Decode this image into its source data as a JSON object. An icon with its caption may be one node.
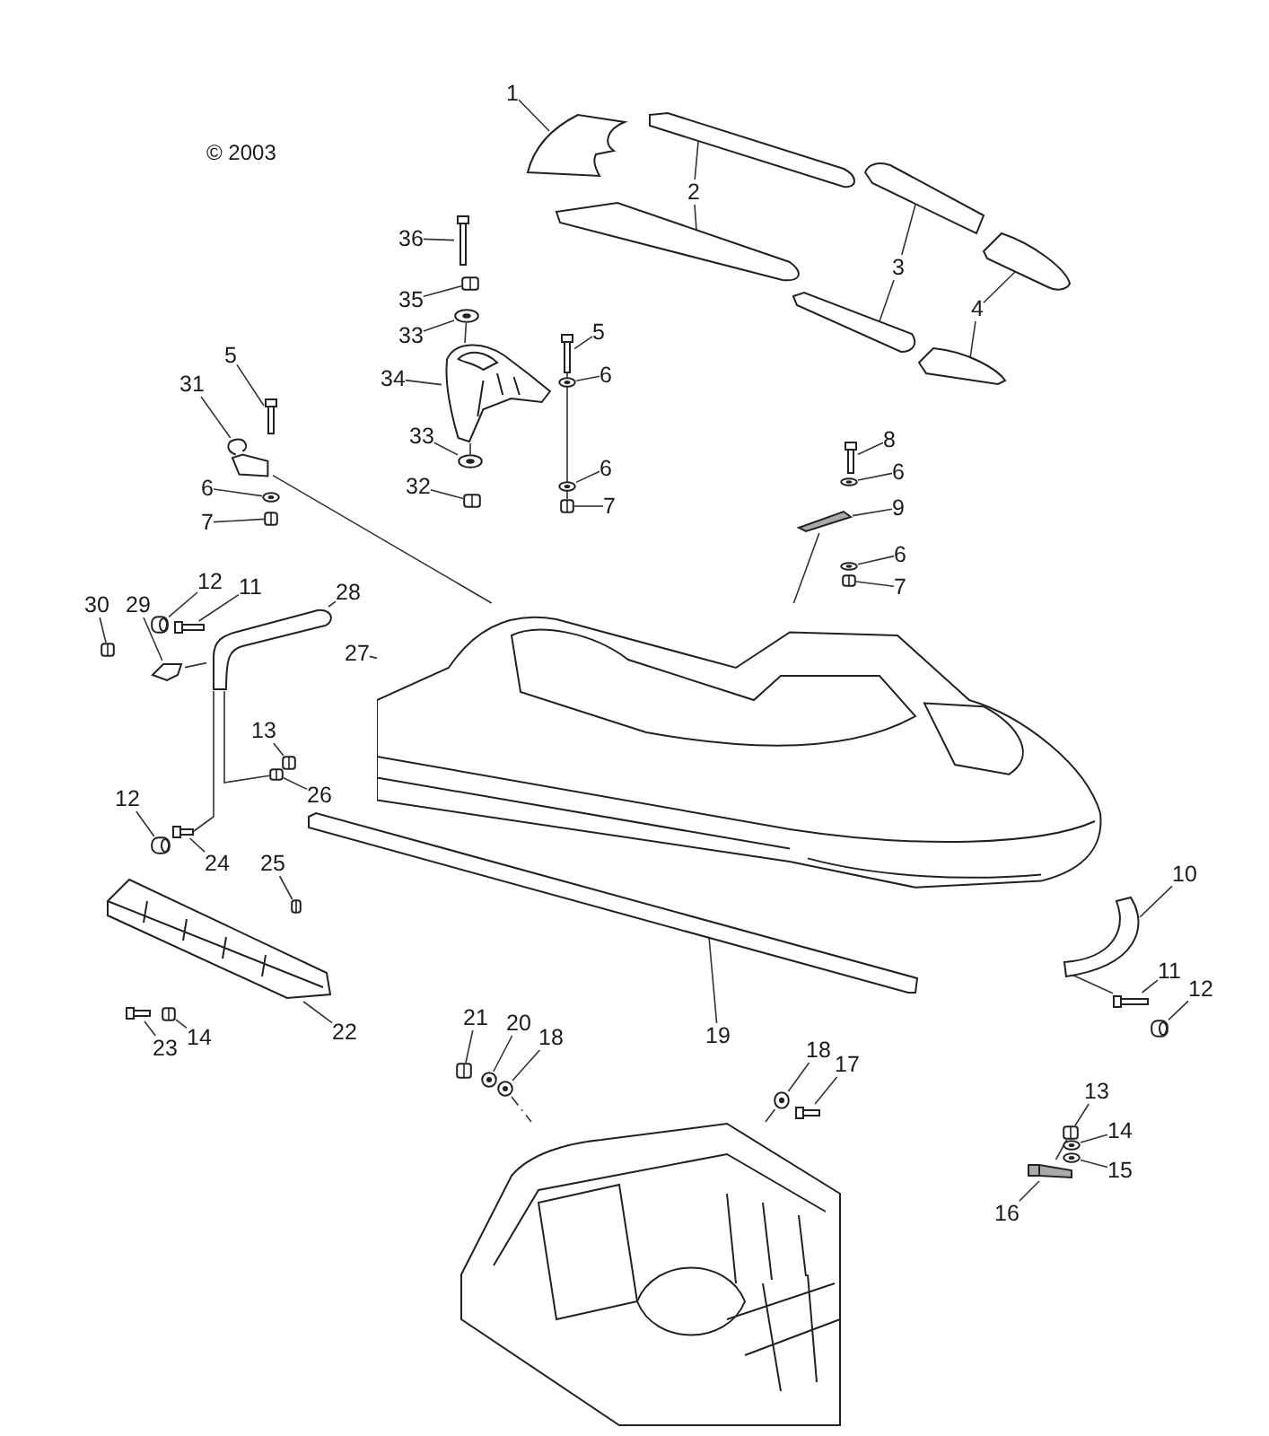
{
  "diagram": {
    "nodes": [
      {
        "text": [
          "1"
        ]
      },
      {
        "text": [],
        "shape": "picture"
      },
      {
        "text": [
          "2"
        ]
      },
      {
        "text": [],
        "shape": "picture"
      },
      {
        "text": [],
        "shape": "picture"
      },
      {
        "text": [
          "3"
        ]
      },
      {
        "text": [],
        "shape": "picture"
      },
      {
        "text": [],
        "shape": "picture"
      },
      {
        "text": [
          "4"
        ]
      },
      {
        "text": [],
        "shape": "picture"
      },
      {
        "text": [],
        "shape": "picture"
      },
      {
        "text": [
          "36"
        ]
      },
      {
        "text": [],
        "shape": "picture"
      },
      {
        "text": [
          "35"
        ]
      },
      {
        "text": [],
        "shape": "picture"
      },
      {
        "text": [
          "33"
        ]
      },
      {
        "text": [],
        "shape": "picture"
      },
      {
        "text": [
          "34"
        ]
      },
      {
        "text": [],
        "shape": "picture"
      },
      {
        "text": [
          "33"
        ]
      },
      {
        "text": [],
        "shape": "picture"
      },
      {
        "text": [
          "32"
        ]
      },
      {
        "text": [],
        "shape": "picture"
      },
      {
        "text": [
          "5"
        ]
      },
      {
        "text": [],
        "shape": "picture"
      },
      {
        "text": [
          "6"
        ]
      },
      {
        "text": [],
        "shape": "picture"
      },
      {
        "text": [
          "6"
        ]
      },
      {
        "text": [],
        "shape": "picture"
      },
      {
        "text": [
          "7"
        ]
      },
      {
        "text": [],
        "shape": "picture"
      },
      {
        "text": [
          "5"
        ]
      },
      {
        "text": [],
        "shape": "picture"
      },
      {
        "text": [
          "31"
        ]
      },
      {
        "text": [],
        "shape": "picture"
      },
      {
        "text": [
          "6"
        ]
      },
      {
        "text": [],
        "shape": "picture"
      },
      {
        "text": [
          "7"
        ]
      },
      {
        "text": [],
        "shape": "picture"
      },
      {
        "text": [
          "8"
        ]
      },
      {
        "text": [],
        "shape": "picture"
      },
      {
        "text": [
          "6"
        ]
      },
      {
        "text": [],
        "shape": "picture"
      },
      {
        "text": [
          "9"
        ]
      },
      {
        "text": [],
        "shape": "picture"
      },
      {
        "text": [
          "6"
        ]
      },
      {
        "text": [],
        "shape": "picture"
      },
      {
        "text": [
          "7"
        ]
      },
      {
        "text": [],
        "shape": "picture"
      },
      {
        "text": [],
        "shape": "picture"
      },
      {
        "text": [
          "30"
        ]
      },
      {
        "text": [],
        "shape": "picture"
      },
      {
        "text": [
          "29"
        ]
      },
      {
        "text": [],
        "shape": "picture"
      },
      {
        "text": [
          "12"
        ]
      },
      {
        "text": [],
        "shape": "picture"
      },
      {
        "text": [
          "11"
        ]
      },
      {
        "text": [],
        "shape": "picture"
      },
      {
        "text": [
          "28"
        ]
      },
      {
        "text": [],
        "shape": "picture"
      },
      {
        "text": [
          "27"
        ]
      },
      {
        "text": [
          "13"
        ]
      },
      {
        "text": [],
        "shape": "picture"
      },
      {
        "text": [
          "26"
        ]
      },
      {
        "text": [],
        "shape": "picture"
      },
      {
        "text": [
          "12"
        ]
      },
      {
        "text": [],
        "shape": "picture"
      },
      {
        "text": [
          "24"
        ]
      },
      {
        "text": [],
        "shape": "picture"
      },
      {
        "text": [
          "25"
        ]
      },
      {
        "text": [],
        "shape": "picture"
      },
      {
        "text": [
          "22"
        ]
      },
      {
        "text": [],
        "shape": "picture"
      },
      {
        "text": [
          "23"
        ]
      },
      {
        "text": [],
        "shape": "picture"
      },
      {
        "text": [
          "14"
        ]
      },
      {
        "text": [],
        "shape": "picture"
      },
      {
        "text": [
          "19"
        ]
      },
      {
        "text": [],
        "shape": "picture"
      },
      {
        "text": [
          "10"
        ]
      },
      {
        "text": [],
        "shape": "picture"
      },
      {
        "text": [
          "11"
        ]
      },
      {
        "text": [],
        "shape": "picture"
      },
      {
        "text": [
          "12"
        ]
      },
      {
        "text": [],
        "shape": "picture"
      },
      {
        "text": [
          "21"
        ]
      },
      {
        "text": [],
        "shape": "picture"
      },
      {
        "text": [
          "20"
        ]
      },
      {
        "text": [],
        "shape": "picture"
      },
      {
        "text": [
          "18"
        ]
      },
      {
        "text": [],
        "shape": "picture"
      },
      {
        "text": [
          "18"
        ]
      },
      {
        "text": [],
        "shape": "picture"
      },
      {
        "text": [
          "17"
        ]
      },
      {
        "text": [],
        "shape": "picture"
      },
      {
        "text": [],
        "shape": "picture"
      },
      {
        "text": [
          "13"
        ]
      },
      {
        "text": [],
        "shape": "picture"
      },
      {
        "text": [
          "14"
        ]
      },
      {
        "text": [],
        "shape": "picture"
      },
      {
        "text": [
          "15"
        ]
      },
      {
        "text": [],
        "shape": "picture"
      },
      {
        "text": [
          "16"
        ]
      },
      {
        "text": [],
        "shape": "picture"
      }
    ],
    "edges": [
      {
        "from": 0,
        "to": 1,
        "arrow": "none"
      },
      {
        "from": 2,
        "to": 3,
        "arrow": "none"
      },
      {
        "from": 2,
        "to": 4,
        "arrow": "none"
      },
      {
        "from": 5,
        "to": 6,
        "arrow": "none"
      },
      {
        "from": 5,
        "to": 7,
        "arrow": "none"
      },
      {
        "from": 8,
        "to": 9,
        "arrow": "none"
      },
      {
        "from": 8,
        "to": 10,
        "arrow": "none"
      },
      {
        "from": 11,
        "to": 12,
        "arrow": "none"
      },
      {
        "from": 13,
        "to": 14,
        "arrow": "none"
      },
      {
        "from": 15,
        "to": 16,
        "arrow": "none"
      },
      {
        "from": 17,
        "to": 18,
        "arrow": "none"
      },
      {
        "from": 19,
        "to": 20,
        "arrow": "none"
      },
      {
        "from": 21,
        "to": 22,
        "arrow": "none"
      },
      {
        "from": 23,
        "to": 24,
        "arrow": "none"
      },
      {
        "from": 25,
        "to": 26,
        "arrow": "none"
      },
      {
        "from": 27,
        "to": 28,
        "arrow": "none"
      },
      {
        "from": 29,
        "to": 30,
        "arrow": "none"
      },
      {
        "from": 31,
        "to": 32,
        "arrow": "none"
      },
      {
        "from": 33,
        "to": 34,
        "arrow": "none"
      },
      {
        "from": 35,
        "to": 36,
        "arrow": "none"
      },
      {
        "from": 37,
        "to": 38,
        "arrow": "none"
      },
      {
        "from": 39,
        "to": 40,
        "arrow": "none"
      },
      {
        "from": 41,
        "to": 42,
        "arrow": "none"
      },
      {
        "from": 43,
        "to": 44,
        "arrow": "none"
      },
      {
        "from": 45,
        "to": 46,
        "arrow": "none"
      },
      {
        "from": 47,
        "to": 48,
        "arrow": "none"
      },
      {
        "from": 50,
        "to": 51,
        "arrow": "none"
      },
      {
        "from": 52,
        "to": 53,
        "arrow": "none"
      },
      {
        "from": 54,
        "to": 55,
        "arrow": "none"
      },
      {
        "from": 56,
        "to": 57,
        "arrow": "none"
      },
      {
        "from": 58,
        "to": 59,
        "arrow": "none"
      },
      {
        "from": 60,
        "to": 49,
        "arrow": "none"
      },
      {
        "from": 61,
        "to": 62,
        "arrow": "none"
      },
      {
        "from": 63,
        "to": 64,
        "arrow": "none"
      },
      {
        "from": 65,
        "to": 66,
        "arrow": "none"
      },
      {
        "from": 67,
        "to": 68,
        "arrow": "none"
      },
      {
        "from": 69,
        "to": 70,
        "arrow": "none"
      },
      {
        "from": 71,
        "to": 72,
        "arrow": "none"
      },
      {
        "from": 73,
        "to": 74,
        "arrow": "none"
      },
      {
        "from": 75,
        "to": 76,
        "arrow": "none"
      },
      {
        "from": 77,
        "to": 78,
        "arrow": "none"
      },
      {
        "from": 79,
        "to": 80,
        "arrow": "none"
      },
      {
        "from": 81,
        "to": 82,
        "arrow": "none"
      },
      {
        "from": 83,
        "to": 84,
        "arrow": "none"
      },
      {
        "from": 85,
        "to": 86,
        "arrow": "none"
      },
      {
        "from": 87,
        "to": 88,
        "arrow": "none"
      },
      {
        "from": 89,
        "to": 90,
        "arrow": "none"
      },
      {
        "from": 91,
        "to": 92,
        "arrow": "none"
      },
      {
        "from": 93,
        "to": 94,
        "arrow": "none"
      },
      {
        "from": 96,
        "to": 97,
        "arrow": "none"
      },
      {
        "from": 98,
        "to": 99,
        "arrow": "none"
      },
      {
        "from": 100,
        "to": 101,
        "arrow": "none"
      },
      {
        "from": 102,
        "to": 103,
        "arrow": "none"
      },
      {
        "from": 34,
        "to": 49,
        "arrow": "none"
      },
      {
        "from": 44,
        "to": 49,
        "arrow": "none"
      },
      {
        "from": 90,
        "to": 95,
        "arrow": "none",
        "style": "dashed"
      },
      {
        "from": 92,
        "to": 95,
        "arrow": "none"
      },
      {
        "from": 16,
        "to": 18,
        "arrow": "none"
      },
      {
        "from": 24,
        "to": 30,
        "arrow": "none"
      },
      {
        "from": 53,
        "to": 59,
        "arrow": "none"
      },
      {
        "from": 68,
        "to": 59,
        "arrow": "none"
      },
      {
        "from": 64,
        "to": 59,
        "arrow": "none"
      },
      {
        "from": 82,
        "to": 80,
        "arrow": "none"
      },
      {
        "from": 97,
        "to": 103,
        "arrow": "none"
      },
      {
        "from": 18,
        "to": 20,
        "arrow": "none"
      }
    ],
    "labels": [
      "© 2003"
    ]
  }
}
